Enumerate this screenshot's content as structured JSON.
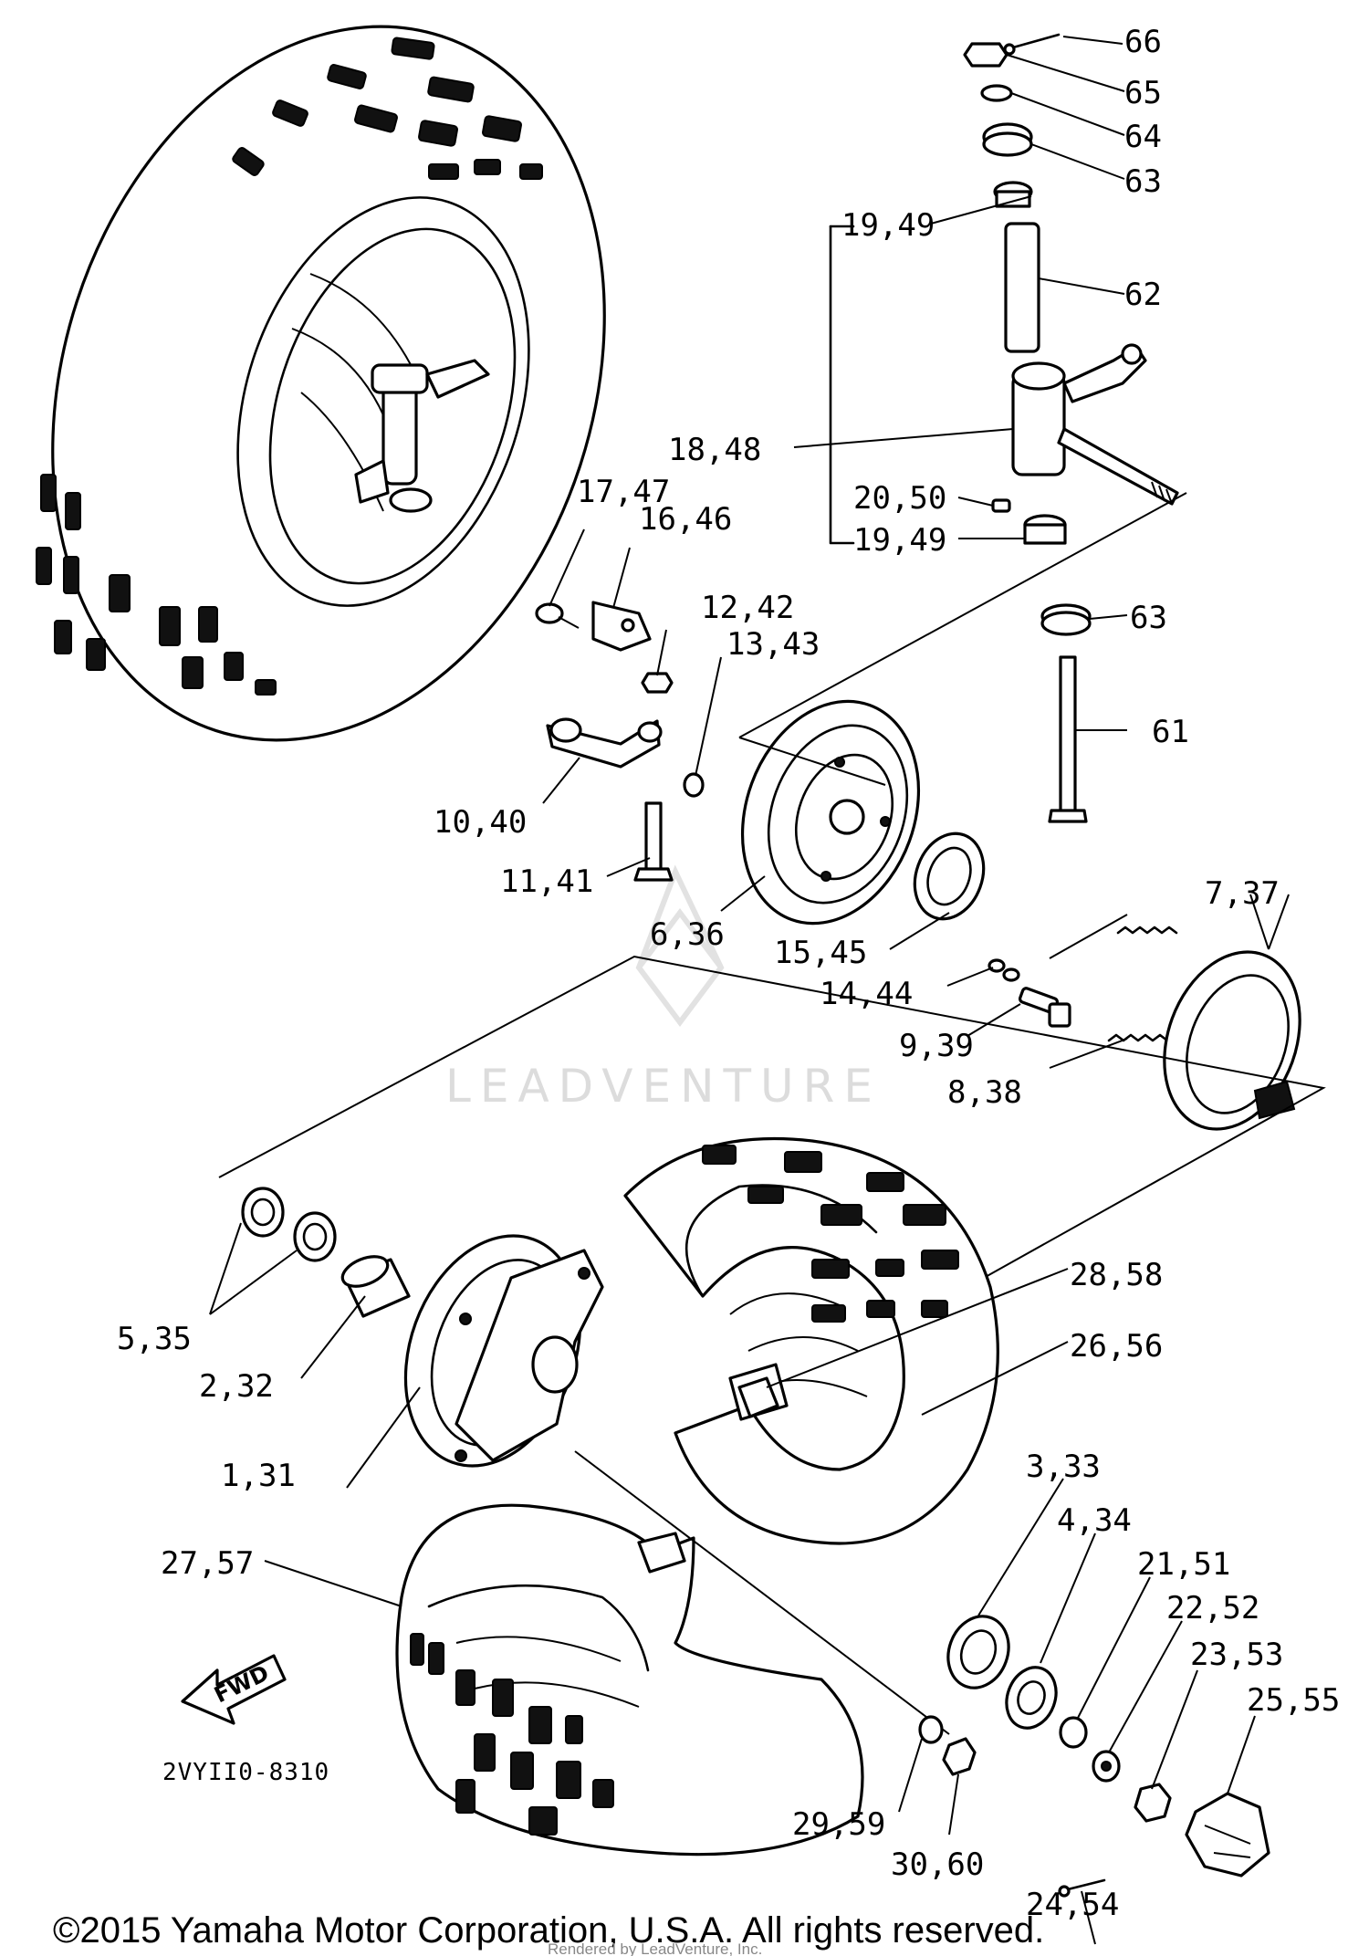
{
  "diagram": {
    "callouts": [
      "66",
      "65",
      "64",
      "63",
      "19,49",
      "62",
      "18,48",
      "20,50",
      "19,49",
      "17,47",
      "16,46",
      "12,42",
      "13,43",
      "63",
      "61",
      "10,40",
      "11,41",
      "6,36",
      "15,45",
      "14,44",
      "9,39",
      "8,38",
      "7,37",
      "5,35",
      "2,32",
      "1,31",
      "28,58",
      "26,56",
      "3,33",
      "4,34",
      "21,51",
      "22,52",
      "23,53",
      "25,55",
      "27,57",
      "29,59",
      "30,60",
      "24,54"
    ],
    "fwd_label": "FWD",
    "reference_code": "2VYII0-8310",
    "watermark": "LEADVENTURE"
  },
  "footer": {
    "copyright": "©2015 Yamaha Motor Corporation, U.S.A. All rights reserved.",
    "credit": "Rendered by LeadVenture, Inc."
  }
}
